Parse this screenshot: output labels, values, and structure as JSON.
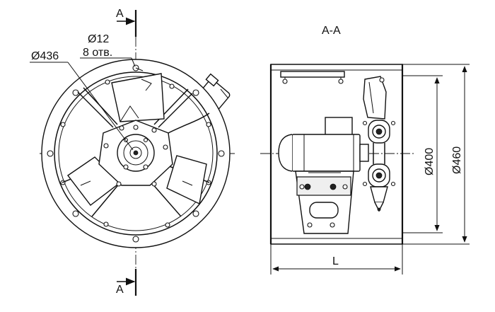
{
  "drawing": {
    "section_mark": "A",
    "section_title": "A-A",
    "flange_diameter": "Ø436",
    "hole_diameter": "Ø12",
    "hole_count": "8 отв.",
    "inner_diameter": "Ø400",
    "outer_diameter": "Ø460",
    "length": "L"
  }
}
